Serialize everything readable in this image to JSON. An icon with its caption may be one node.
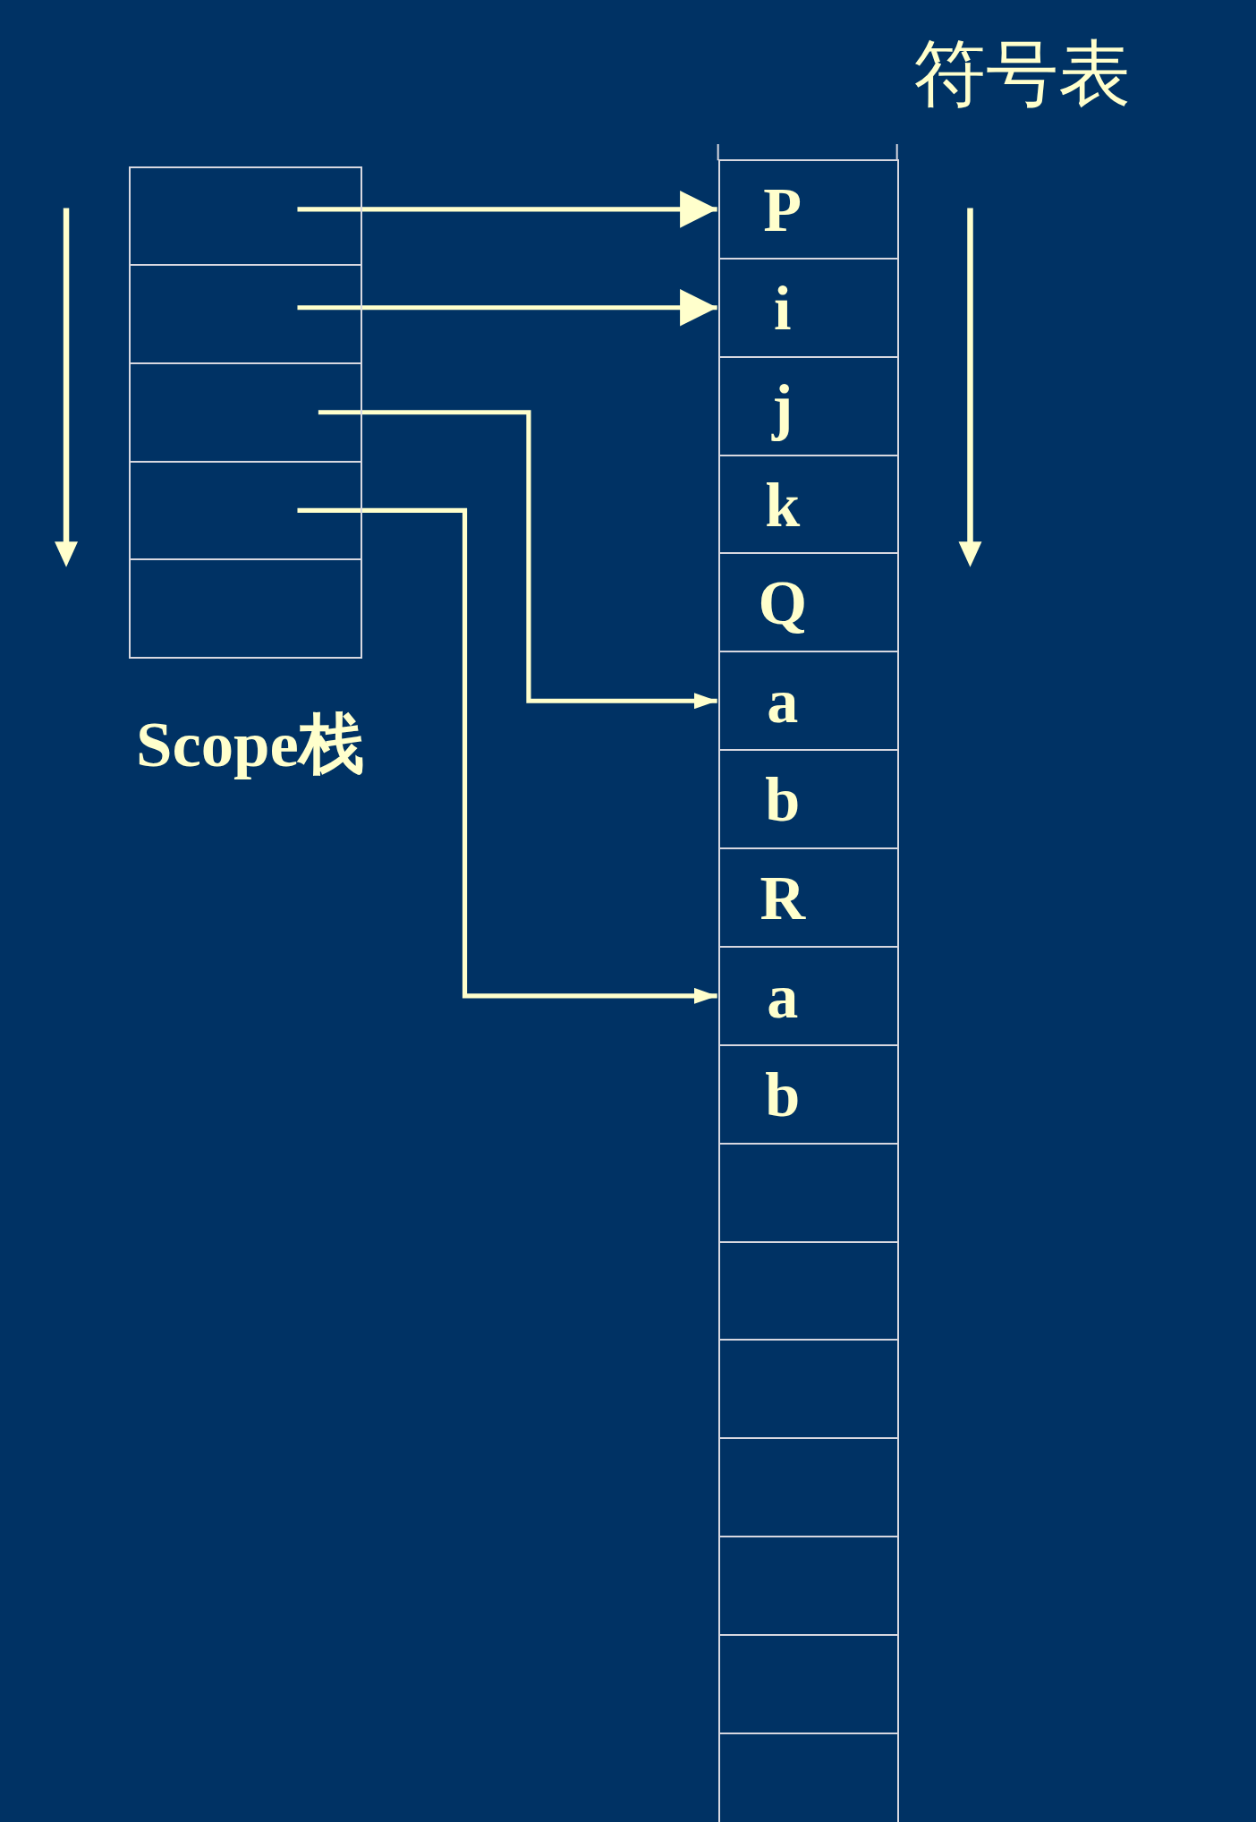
{
  "diagram": {
    "nodes": [
      {
        "text": [
          "Scope栈"
        ]
      },
      {
        "text": [],
        "shape": "box",
        "in": 0
      },
      {
        "text": [],
        "shape": "box",
        "in": 0
      },
      {
        "text": [],
        "shape": "box",
        "in": 0
      },
      {
        "text": [],
        "shape": "box",
        "in": 0
      },
      {
        "text": [],
        "shape": "box",
        "in": 0
      },
      {
        "text": [
          "符号表"
        ]
      },
      {
        "text": [
          "P"
        ],
        "in": 6
      },
      {
        "text": [
          "i"
        ],
        "in": 6
      },
      {
        "text": [
          "j"
        ],
        "in": 6
      },
      {
        "text": [
          "k"
        ],
        "in": 6
      },
      {
        "text": [
          "Q"
        ],
        "in": 6
      },
      {
        "text": [
          "a"
        ],
        "in": 6
      },
      {
        "text": [
          "b"
        ],
        "in": 6
      },
      {
        "text": [
          "R"
        ],
        "in": 6
      },
      {
        "text": [
          "a"
        ],
        "in": 6
      },
      {
        "text": [
          "b"
        ],
        "in": 6
      },
      {
        "text": [],
        "shape": "box",
        "in": 6
      },
      {
        "text": [],
        "shape": "box",
        "in": 6
      },
      {
        "text": [],
        "shape": "box",
        "in": 6
      },
      {
        "text": [],
        "shape": "box",
        "in": 6
      },
      {
        "text": [],
        "shape": "box",
        "in": 6
      },
      {
        "text": [],
        "shape": "box",
        "in": 6
      },
      {
        "text": [],
        "shape": "box",
        "in": 6
      }
    ],
    "edges": [
      {
        "from": 1,
        "to": 7,
        "arrow": "to"
      },
      {
        "from": 2,
        "to": 8,
        "arrow": "to"
      },
      {
        "from": 3,
        "to": 12,
        "arrow": "to"
      },
      {
        "from": 4,
        "to": 15,
        "arrow": "to"
      }
    ]
  }
}
